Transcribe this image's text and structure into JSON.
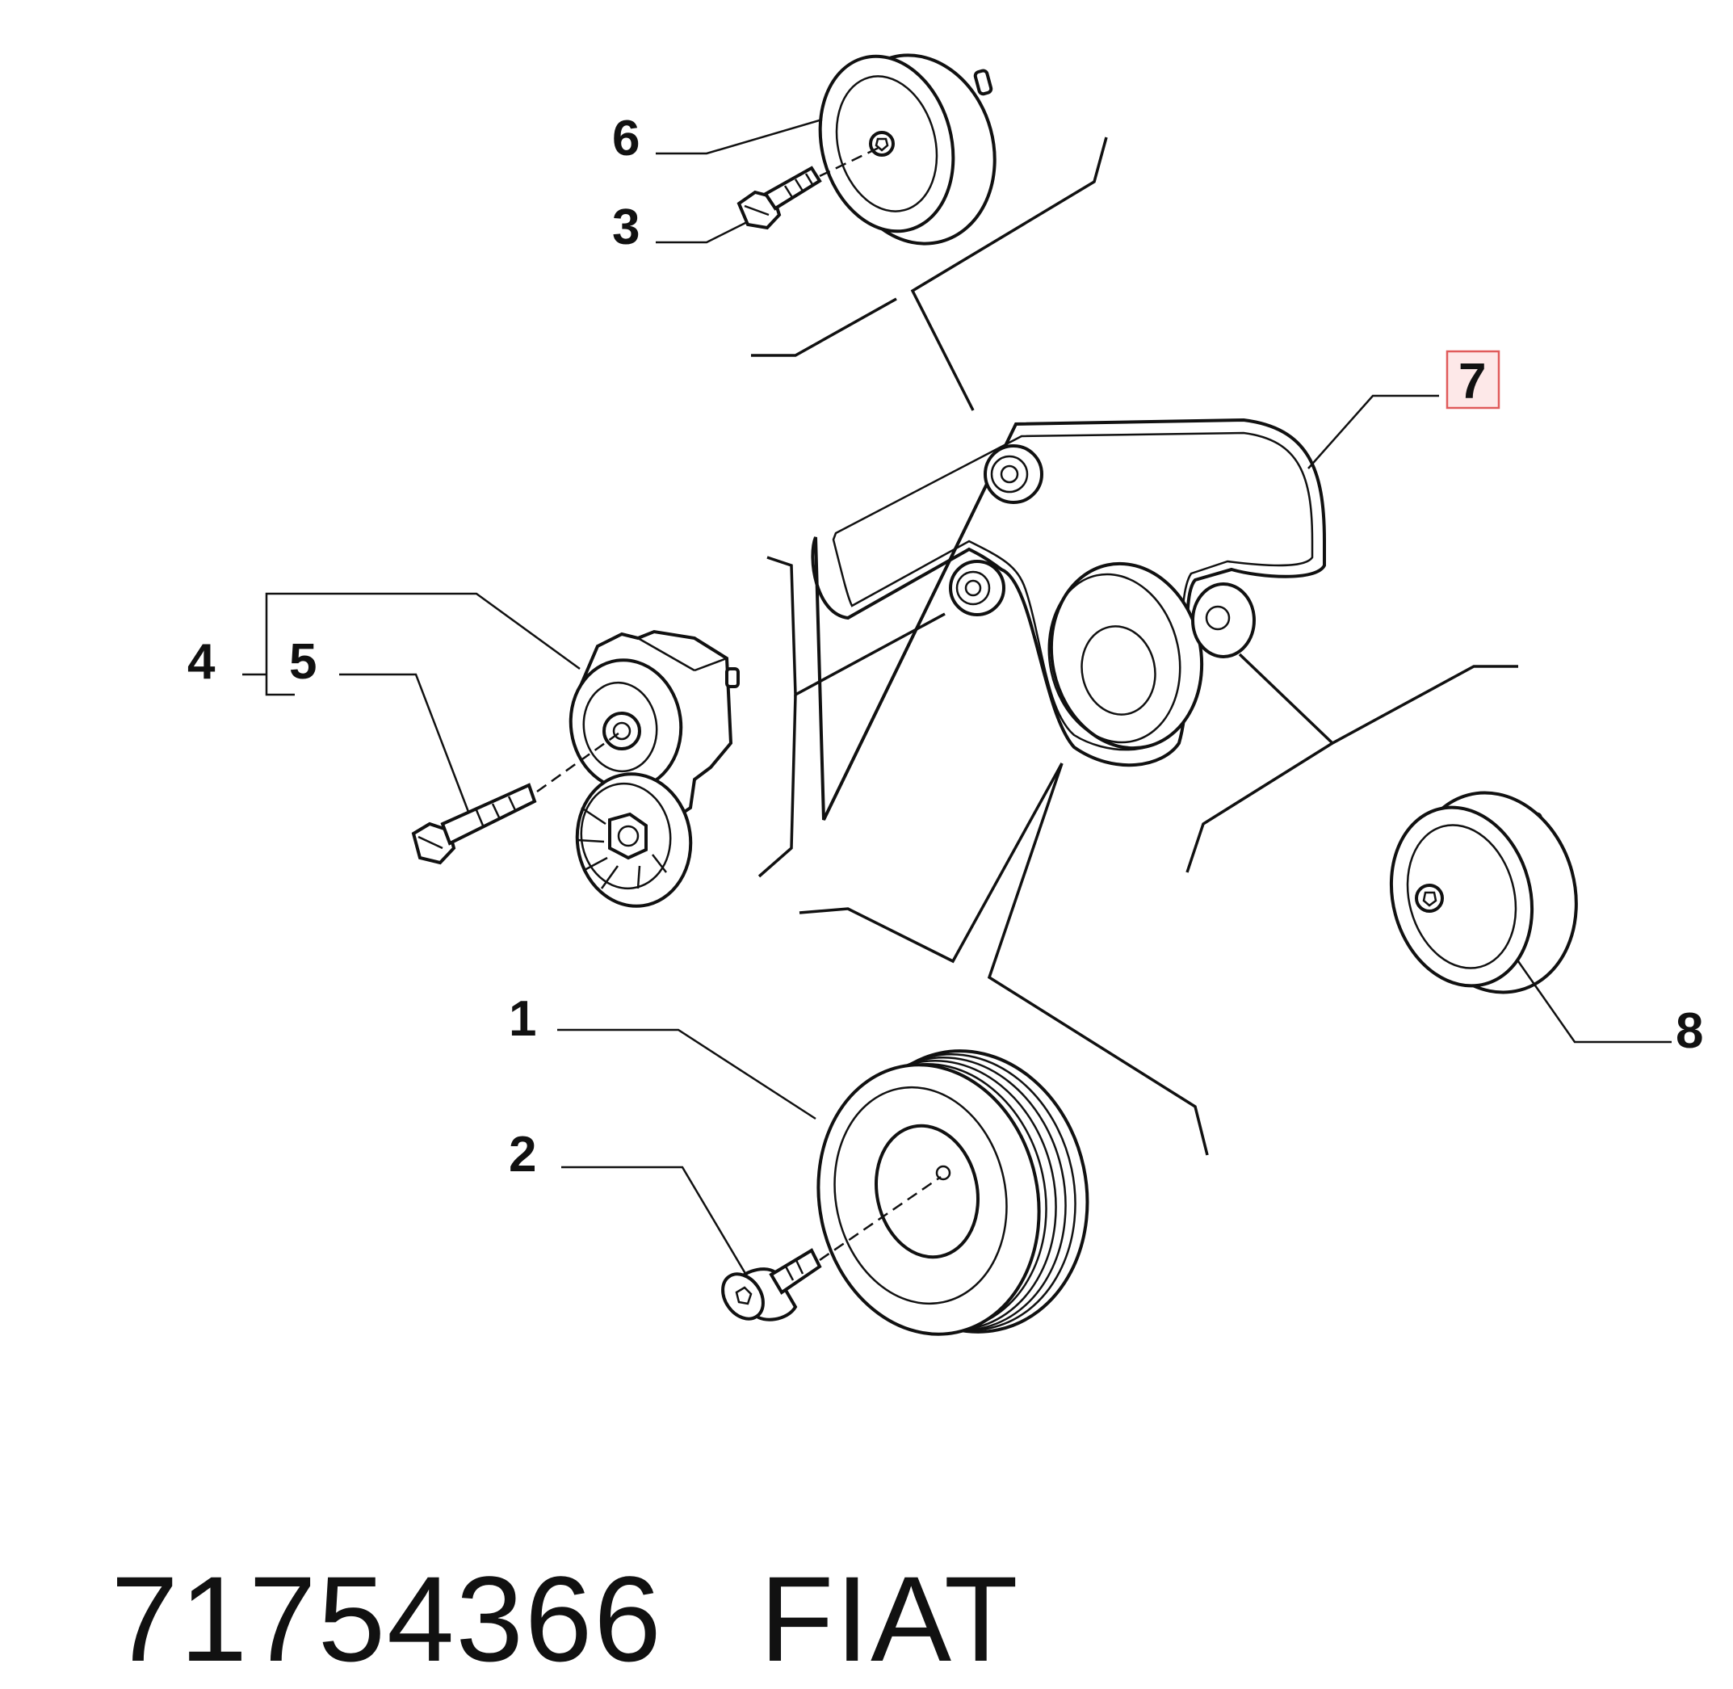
{
  "callouts": [
    {
      "id": "1",
      "label": "1"
    },
    {
      "id": "2",
      "label": "2"
    },
    {
      "id": "3",
      "label": "3"
    },
    {
      "id": "4",
      "label": "4"
    },
    {
      "id": "5",
      "label": "5"
    },
    {
      "id": "6",
      "label": "6"
    },
    {
      "id": "7",
      "label": "7",
      "highlighted": true
    },
    {
      "id": "8",
      "label": "8"
    }
  ],
  "highlight": {
    "border_color": "#e05a5a",
    "fill_color": "#fde8e8"
  },
  "footer": {
    "part_number": "71754366",
    "brand": "FIAT"
  }
}
